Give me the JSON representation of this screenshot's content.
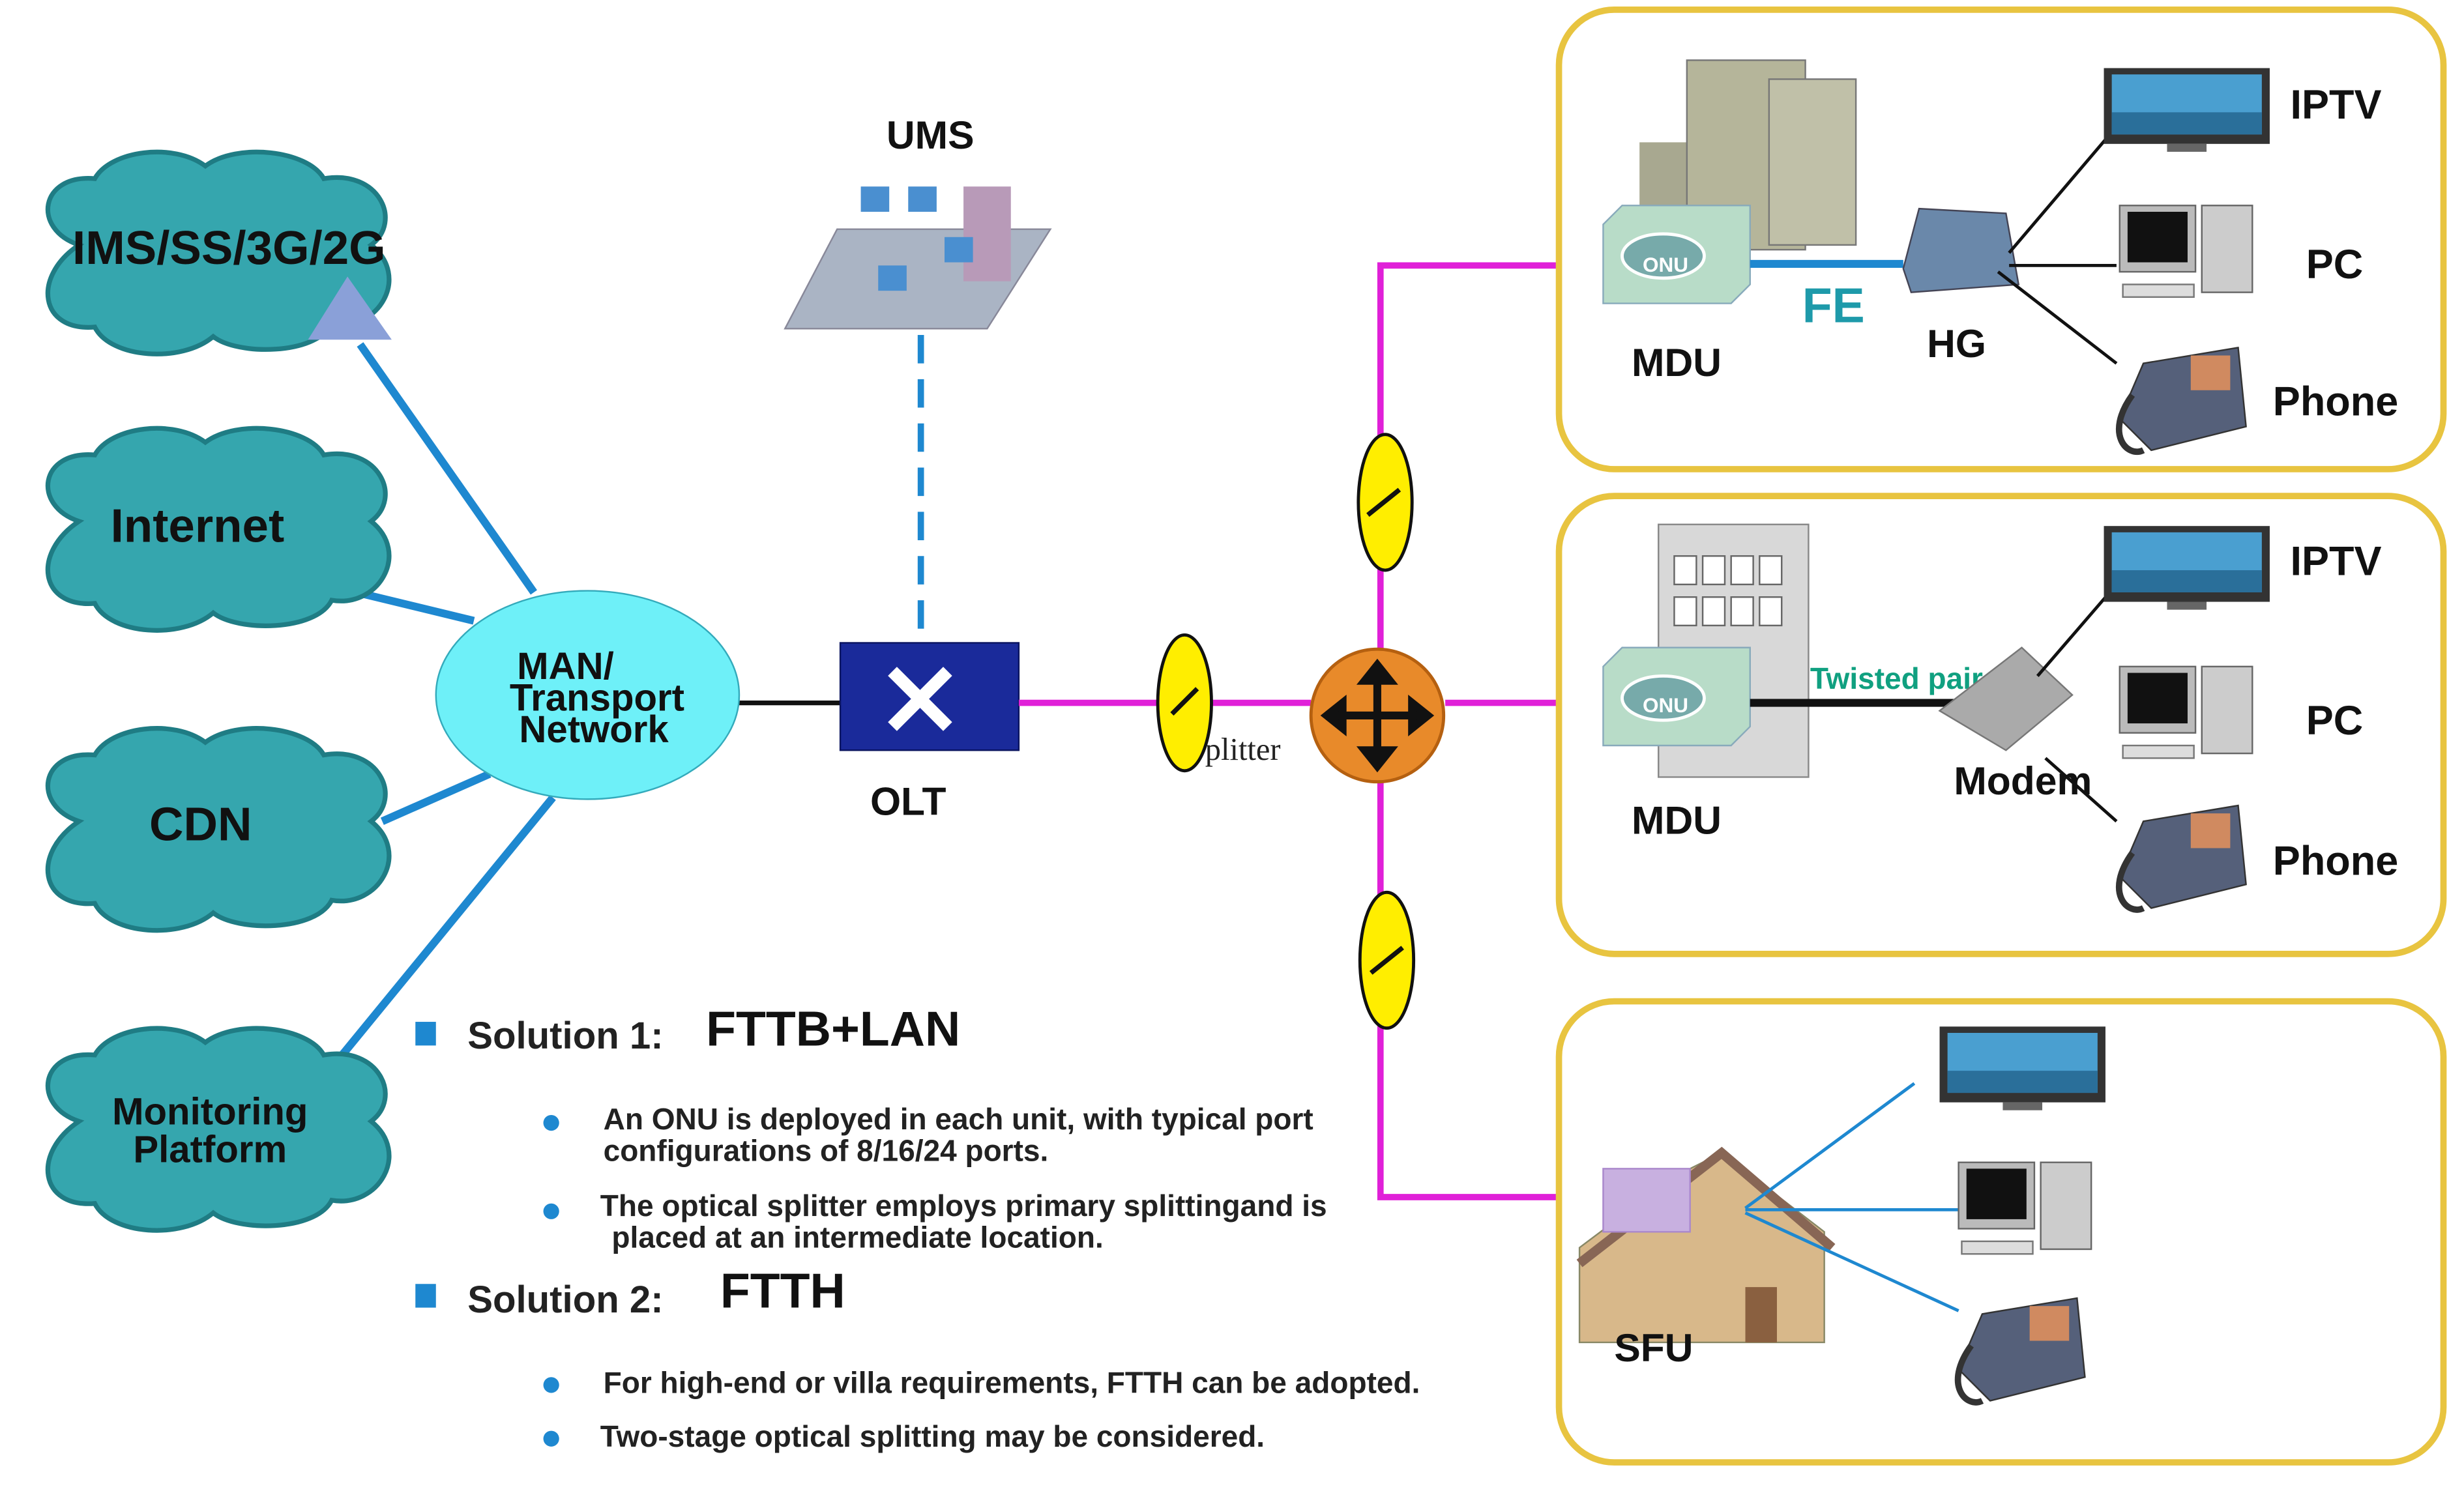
{
  "clouds": [
    {
      "label": "IMS/SS/3G/2G"
    },
    {
      "label": "Internet"
    },
    {
      "label": "CDN"
    },
    {
      "label_line1": "Monitoring",
      "label_line2": "Platform"
    }
  ],
  "man": {
    "line1": "MAN/",
    "line2": "Transport",
    "line3": "Network"
  },
  "ums": "UMS",
  "olt": "OLT",
  "splitter": "plitter",
  "sites": {
    "fttb_hg": {
      "mdu": "MDU",
      "fe": "FE",
      "hg": "HG",
      "iptv": "IPTV",
      "pc": "PC",
      "phone": "Phone",
      "onu": "ONU"
    },
    "fttb_modem": {
      "mdu": "MDU",
      "twisted_pair": "Twisted pair",
      "modem": "Modem",
      "iptv": "IPTV",
      "pc": "PC",
      "phone": "Phone",
      "onu": "ONU"
    },
    "ftth": {
      "sfu": "SFU"
    }
  },
  "solutions": [
    {
      "prefix": "Solution 1:",
      "name": "FTTB+LAN",
      "bullets": [
        {
          "line1": "An ONU is deployed in each unit, with typical port",
          "line2": "configurations of 8/16/24 ports."
        },
        {
          "line1": "The optical splitter employs primary splittingand is",
          "line2": " placed at an intermediate location."
        }
      ]
    },
    {
      "prefix": "Solution 2:",
      "name": "FTTH",
      "bullets": [
        {
          "line1": "For high-end or villa requirements, FTTH can be adopted."
        },
        {
          "line1": "Two-stage optical splitting may be considered."
        }
      ]
    }
  ],
  "colors": {
    "cloud": "#35a6ae",
    "man": "#6ef0f8",
    "fiber": "#e020d8",
    "link": "#1e88d0",
    "box_border": "#e8c440",
    "splitter": "#ffee00",
    "router": "#e88a2a",
    "fe": "#1e9aaa",
    "twisted": "#10a080"
  }
}
